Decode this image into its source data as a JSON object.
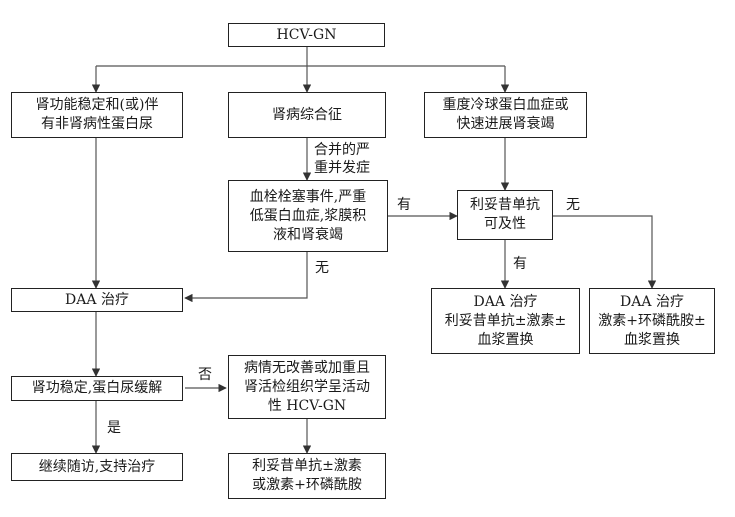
{
  "diagram": {
    "nodes": {
      "root": "HCV-GN",
      "stable": "肾功能稳定和(或)伴\n有非肾病性蛋白尿",
      "nephrotic": "肾病综合征",
      "severe": "重度冷球蛋白血症或\n快速进展肾衰竭",
      "thrombo": "血栓栓塞事件,严重\n低蛋白血症,浆膜积\n液和肾衰竭",
      "ritux_q": "利妥昔单抗\n可及性",
      "daa": "DAA 治疗",
      "daa_ritux": "DAA 治疗\n利妥昔单抗±激素±\n血浆置换",
      "daa_cyclo": "DAA 治疗\n激素+环磷酰胺±\n血浆置换",
      "renal_ok": "肾功稳定,蛋白尿缓解",
      "no_improve": "病情无改善或加重且\n肾活检组织学呈活动\n性 HCV-GN",
      "followup": "继续随访,支持治疗",
      "ritux_tx": "利妥昔单抗±激素\n或激素+环磷酰胺"
    },
    "edge_labels": {
      "complication": "合并的严\n重并发症",
      "yes_thrombo": "有",
      "no_thrombo": "无",
      "no_ritux": "无",
      "yes_ritux": "有",
      "no_renal": "否",
      "yes_renal": "是"
    }
  }
}
